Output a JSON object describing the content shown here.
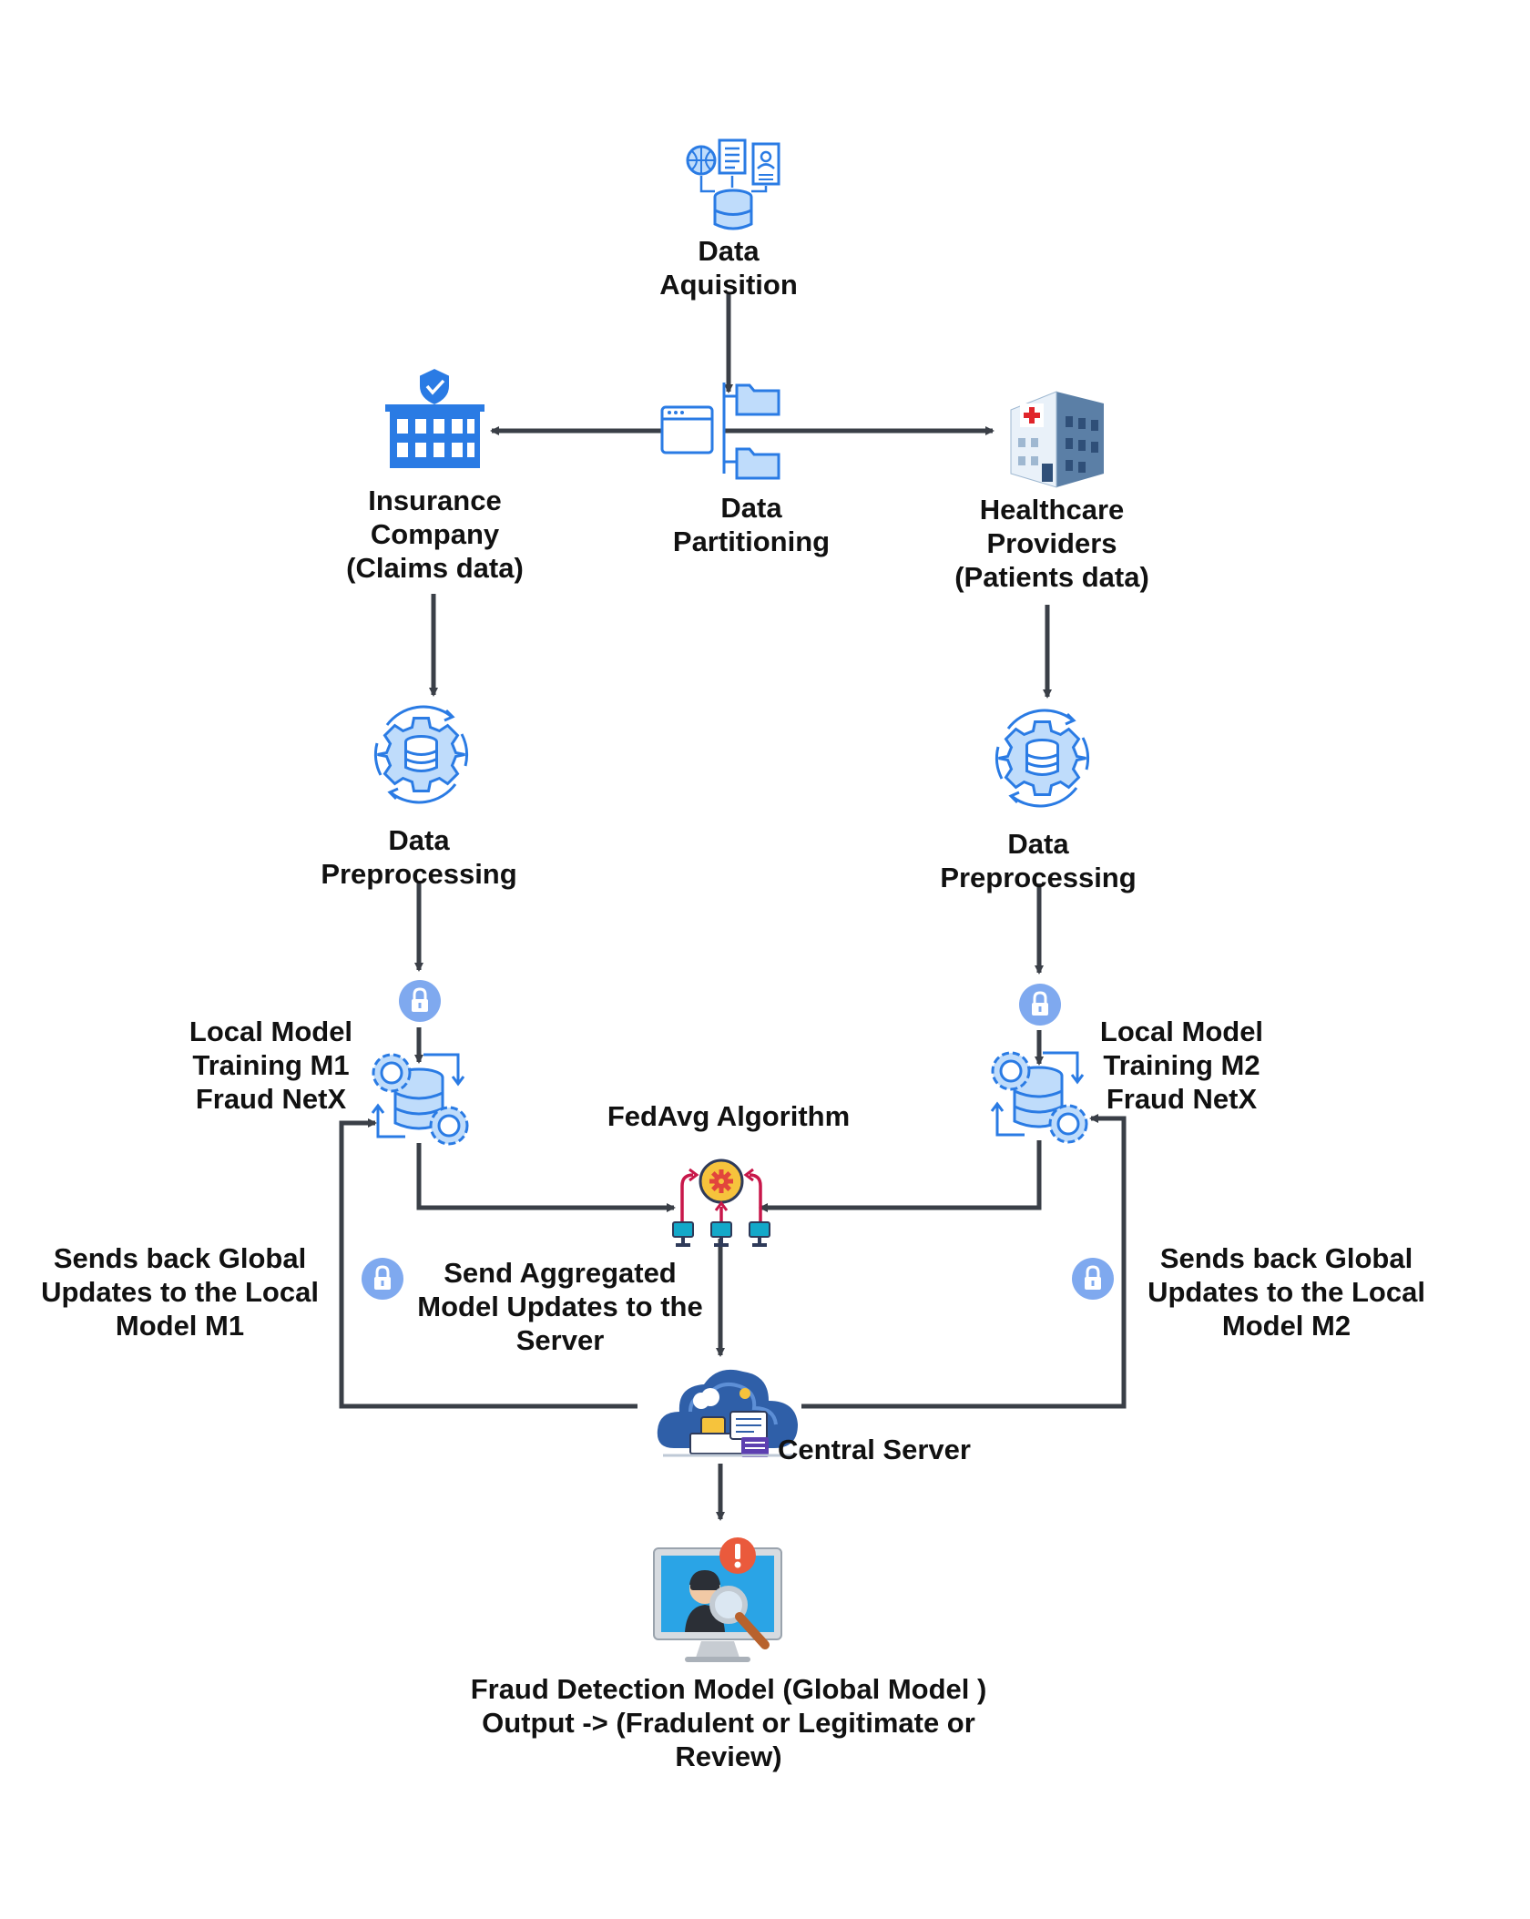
{
  "colors": {
    "arrow": "#3a3f47",
    "icon_blue": "#2a7be4",
    "icon_light": "#bfdcfb",
    "lock_blue": "#7fa9ef",
    "text": "#111111"
  },
  "nodes": {
    "data_acquisition": {
      "lines": [
        "Data",
        "Aquisition"
      ],
      "icon": "database-documents-icon"
    },
    "data_partitioning": {
      "lines": [
        "Data",
        "Partitioning"
      ],
      "icon": "folder-split-icon"
    },
    "insurance_company": {
      "lines": [
        "Insurance",
        "Company",
        "(Claims data)"
      ],
      "icon": "insurance-building-icon"
    },
    "healthcare_providers": {
      "lines": [
        "Healthcare",
        "Providers",
        "(Patients data)"
      ],
      "icon": "hospital-icon"
    },
    "preprocessing_left": {
      "lines": [
        "Data",
        "Preprocessing"
      ],
      "icon": "gear-database-icon"
    },
    "preprocessing_right": {
      "lines": [
        "Data",
        "Preprocessing"
      ],
      "icon": "gear-database-icon"
    },
    "local_model_m1": {
      "lines": [
        "Local Model",
        "Training M1",
        "Fraud NetX"
      ],
      "icon": "model-training-icon"
    },
    "local_model_m2": {
      "lines": [
        "Local Model",
        "Training M2",
        "Fraud NetX"
      ],
      "icon": "model-training-icon"
    },
    "fedavg": {
      "lines": [
        "FedAvg Algorithm"
      ],
      "icon": "federated-network-icon"
    },
    "send_aggregated": {
      "lines": [
        "Send Aggregated",
        "Model Updates to the",
        "Server"
      ]
    },
    "sends_back_m1": {
      "lines": [
        "Sends back Global",
        "Updates to the Local",
        "Model M1"
      ]
    },
    "sends_back_m2": {
      "lines": [
        "Sends back Global",
        "Updates to the Local",
        "Model M2"
      ]
    },
    "central_server": {
      "lines": [
        "Central Server"
      ],
      "icon": "cloud-server-icon"
    },
    "fraud_detection": {
      "lines": [
        "Fraud Detection Model (Global Model )",
        "Output -> (Fradulent or Legitimate or",
        "Review)"
      ],
      "icon": "fraud-alert-monitor-icon"
    }
  }
}
